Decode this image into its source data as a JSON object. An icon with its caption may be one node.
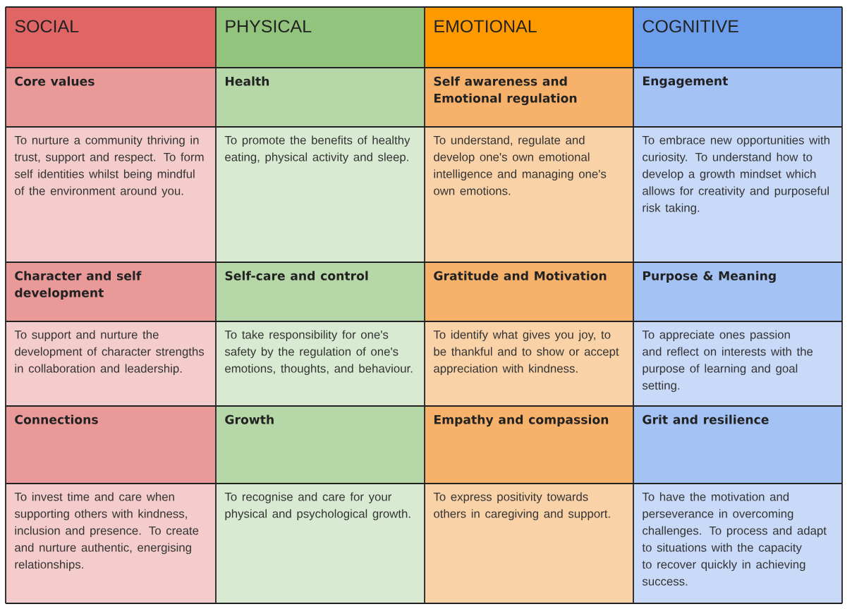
{
  "diagram": {
    "labels": [
      "SOCIAL",
      "PHYSICAL",
      "EMOTIONAL",
      "COGNITIVE",
      "Core values",
      "Health",
      "Self awareness and Emotional regulation",
      "Engagement",
      "To nurture a community thriving in trust, support and respect. To form self identities whilst being mindful of the environment around you.",
      "To promote the benefits of healthy eating, physical activity and sleep.",
      "To understand, regulate and develop one's own emotional intelligence and managing one's own emotions.",
      "To embrace new opportunities with curiosity. To understand how to develop a growth mindset which allows for creativity and purposeful risk taking.",
      "Character and self development",
      "Self-care and control",
      "Gratitude and Motivation",
      "Purpose & Meaning",
      "To support and nurture the development of character strengths in collaboration and leadership.",
      "To take responsibility for one's safety by the regulation of one's emotions, thoughts, and behaviour.",
      "To identify what gives you joy, to be thankful and to show or accept appreciation with kindness.",
      "To appreciate ones passion and reflect on interests with the purpose of learning and goal setting.",
      "Connections",
      "Growth",
      "Empathy and compassion",
      "Grit and resilience",
      "To invest time and care when supporting others with kindness, inclusion and presence. To create and nurture authentic, energising relationships.",
      "To recognise and care for your physical and psychological growth.",
      "To express positivity towards others in caregiving and support.",
      "To have the motivation and perseverance in overcoming challenges. To process and adapt to situations with the capacity to recover quickly in achieving success."
    ]
  }
}
